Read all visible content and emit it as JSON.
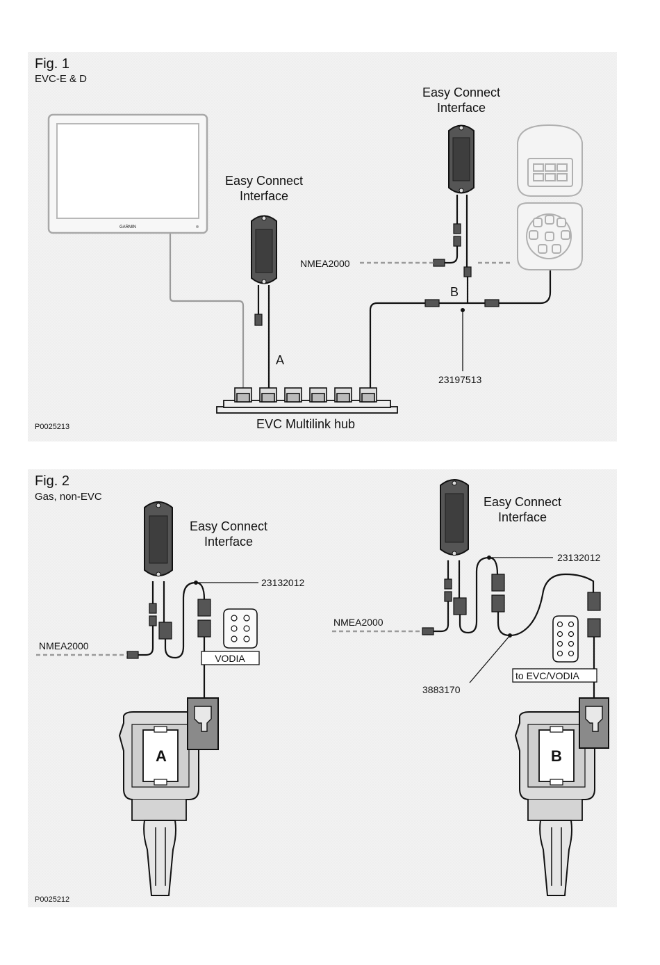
{
  "fig1": {
    "title": "Fig. 1",
    "subtitle": "EVC-E & D",
    "interface_top_line1": "Easy Connect",
    "interface_top_line2": "Interface",
    "interface_left_line1": "Easy Connect",
    "interface_left_line2": "Interface",
    "nmea": "NMEA2000",
    "point_b": "B",
    "point_a": "A",
    "part_number": "23197513",
    "hub_label": "EVC Multilink hub",
    "display_brand": "GARMIN",
    "code": "P0025213"
  },
  "fig2": {
    "title": "Fig. 2",
    "subtitle": "Gas, non-EVC",
    "left": {
      "interface_line1": "Easy Connect",
      "interface_line2": "Interface",
      "part_number": "23132012",
      "nmea": "NMEA2000",
      "tag": "VODIA",
      "engine_letter": "A"
    },
    "right": {
      "interface_line1": "Easy Connect",
      "interface_line2": "Interface",
      "part_number": "23132012",
      "nmea": "NMEA2000",
      "adapter_number": "3883170",
      "tag": "to EVC/VODIA",
      "engine_letter": "B"
    },
    "code": "P0025212"
  }
}
